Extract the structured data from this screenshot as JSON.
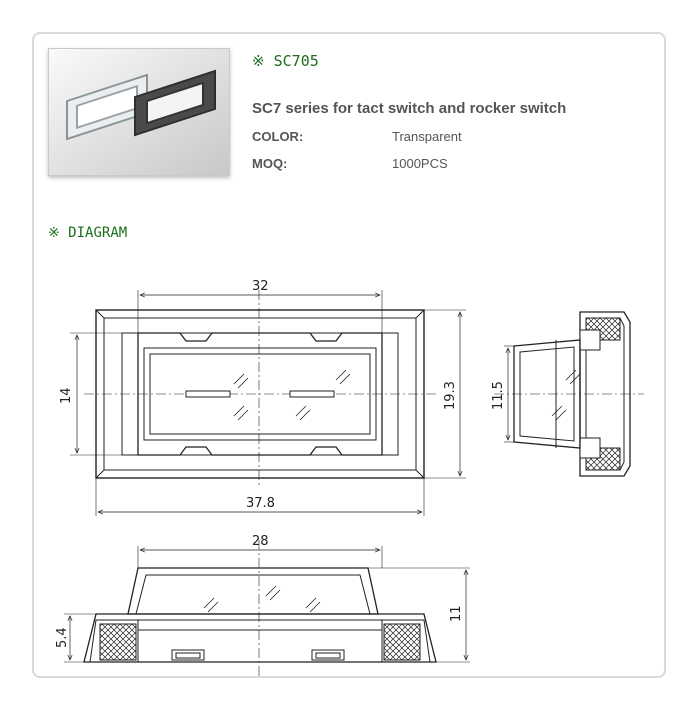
{
  "product": {
    "code_mark": "※",
    "code": "SC705",
    "title": "SC7 series for tact switch and rocker switch",
    "specs": [
      {
        "label": "COLOR:",
        "value": "Transparent"
      },
      {
        "label": "MOQ:",
        "value": "1000PCS"
      }
    ]
  },
  "diagram": {
    "mark": "※",
    "title": "DIAGRAM",
    "front_view": {
      "width_top": "32",
      "height_left": "14",
      "height_right": "19.3",
      "width_bottom": "37.8"
    },
    "side_view": {
      "height": "11.5"
    },
    "bottom_view": {
      "top_width": "28",
      "left_height": "5.4",
      "right_height": "11"
    }
  },
  "colors": {
    "accent": "#1d6d1d",
    "text": "#555555",
    "line": "#222222"
  }
}
